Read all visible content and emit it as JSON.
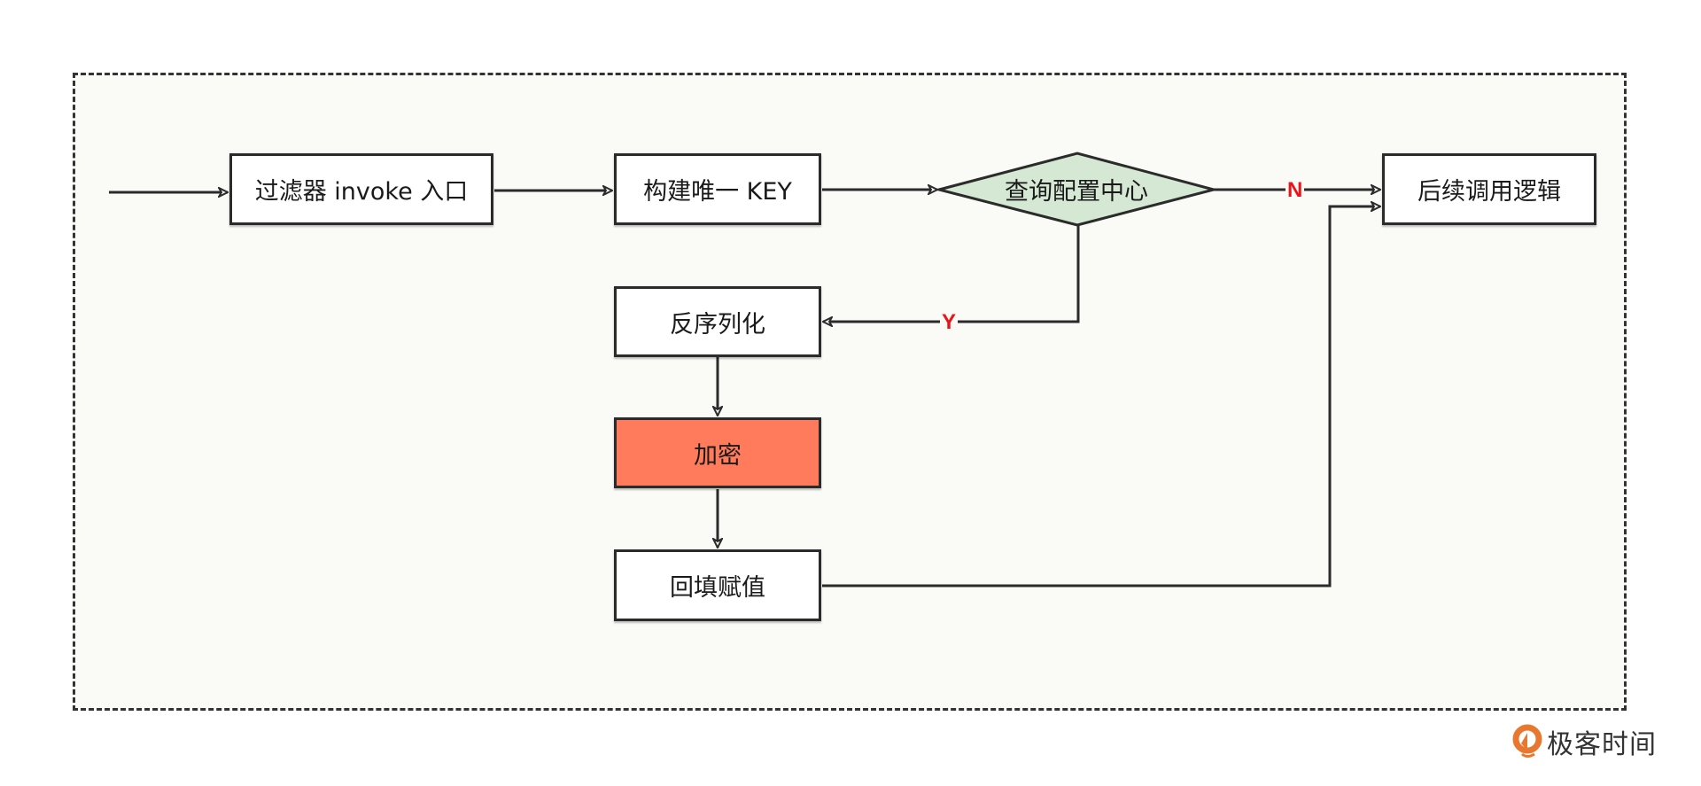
{
  "diagram": {
    "nodes": {
      "filter_entry": "过滤器 invoke 入口",
      "build_key": "构建唯一 KEY",
      "query_config": "查询配置中心",
      "subsequent": "后续调用逻辑",
      "deserialize": "反序列化",
      "encrypt": "加密",
      "backfill": "回填赋值"
    },
    "edges": [
      {
        "from": "start",
        "to": "filter_entry",
        "label": ""
      },
      {
        "from": "filter_entry",
        "to": "build_key",
        "label": ""
      },
      {
        "from": "build_key",
        "to": "query_config",
        "label": ""
      },
      {
        "from": "query_config",
        "to": "subsequent",
        "label": "N"
      },
      {
        "from": "query_config",
        "to": "deserialize",
        "label": "Y"
      },
      {
        "from": "deserialize",
        "to": "encrypt",
        "label": ""
      },
      {
        "from": "encrypt",
        "to": "backfill",
        "label": ""
      },
      {
        "from": "backfill",
        "to": "subsequent",
        "label": ""
      }
    ],
    "labels": {
      "no": "N",
      "yes": "Y"
    },
    "colors": {
      "decision_fill": "#d5e8d4",
      "highlight_fill": "#ff7b5c",
      "label_color": "#e8141a",
      "stroke": "#2b2b2b"
    }
  },
  "watermark": {
    "text": "极客时间",
    "icon": "geektime-logo-icon"
  }
}
